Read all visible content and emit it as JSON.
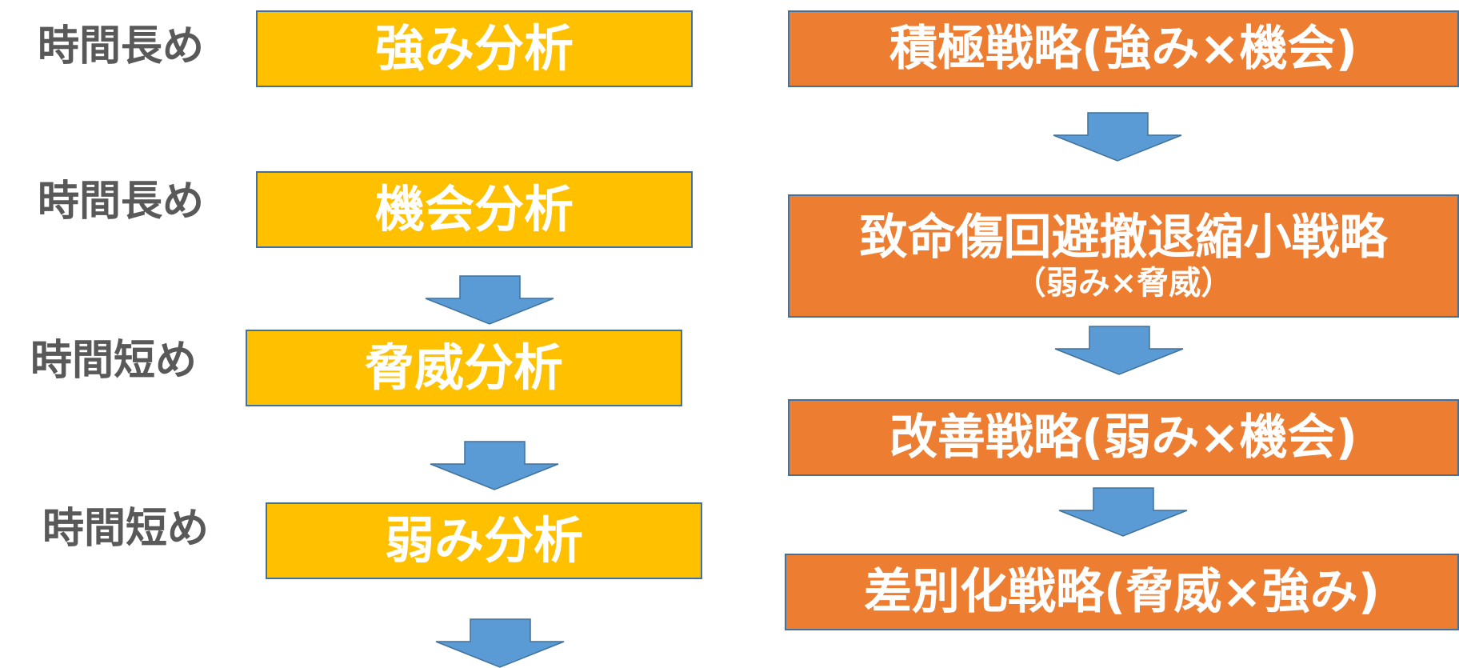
{
  "analysis_steps": [
    {
      "time": "時間長め",
      "label": "強み分析"
    },
    {
      "time": "時間長め",
      "label": "機会分析"
    },
    {
      "time": "時間短め",
      "label": "脅威分析"
    },
    {
      "time": "時間短め",
      "label": "弱み分析"
    }
  ],
  "strategies": [
    {
      "label": "積極戦略(強み×機会)",
      "sub": ""
    },
    {
      "label": "致命傷回避撤退縮小戦略",
      "sub": "（弱み×脅威）"
    },
    {
      "label": "改善戦略(弱み×機会)",
      "sub": ""
    },
    {
      "label": "差別化戦略(脅威×強み)",
      "sub": ""
    }
  ],
  "colors": {
    "analysis_box": "#ffc000",
    "strategy_box": "#ed7d31",
    "arrow": "#5b9bd5",
    "border": "#41719c",
    "time_label": "#595959"
  },
  "icons": {
    "arrow": "down-arrow-icon"
  }
}
